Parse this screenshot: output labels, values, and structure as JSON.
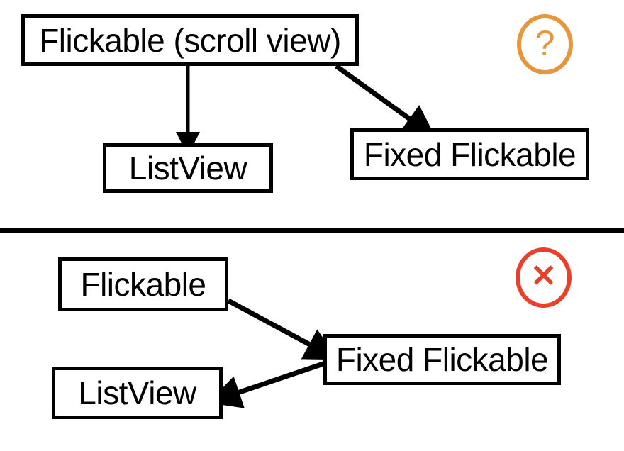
{
  "diagram": {
    "title_visible": false,
    "background_color": "#ffffff",
    "node_border_color": "#000000",
    "node_fill_color": "#ffffff",
    "arrow_color": "#000000",
    "divider_color": "#000000",
    "panels": [
      {
        "id": "top",
        "badge": {
          "name": "question-badge",
          "glyph": "?",
          "color": "#E8963C"
        },
        "nodes": [
          {
            "id": "flickable-scrollview",
            "label": "Flickable (scroll view)"
          },
          {
            "id": "listview-top",
            "label": "ListView"
          },
          {
            "id": "fixed-flickable-top",
            "label": "Fixed Flickable"
          }
        ],
        "edges": [
          {
            "from": "flickable-scrollview",
            "to": "listview-top"
          },
          {
            "from": "flickable-scrollview",
            "to": "fixed-flickable-top"
          }
        ]
      },
      {
        "id": "bottom",
        "badge": {
          "name": "error-badge",
          "glyph": "✕",
          "color": "#E8412A"
        },
        "nodes": [
          {
            "id": "flickable-bottom",
            "label": "Flickable"
          },
          {
            "id": "listview-bottom",
            "label": "ListView"
          },
          {
            "id": "fixed-flickable-bottom",
            "label": "Fixed Flickable"
          }
        ],
        "edges": [
          {
            "from": "flickable-bottom",
            "to": "fixed-flickable-bottom"
          },
          {
            "from": "fixed-flickable-bottom",
            "to": "listview-bottom"
          }
        ]
      }
    ]
  }
}
